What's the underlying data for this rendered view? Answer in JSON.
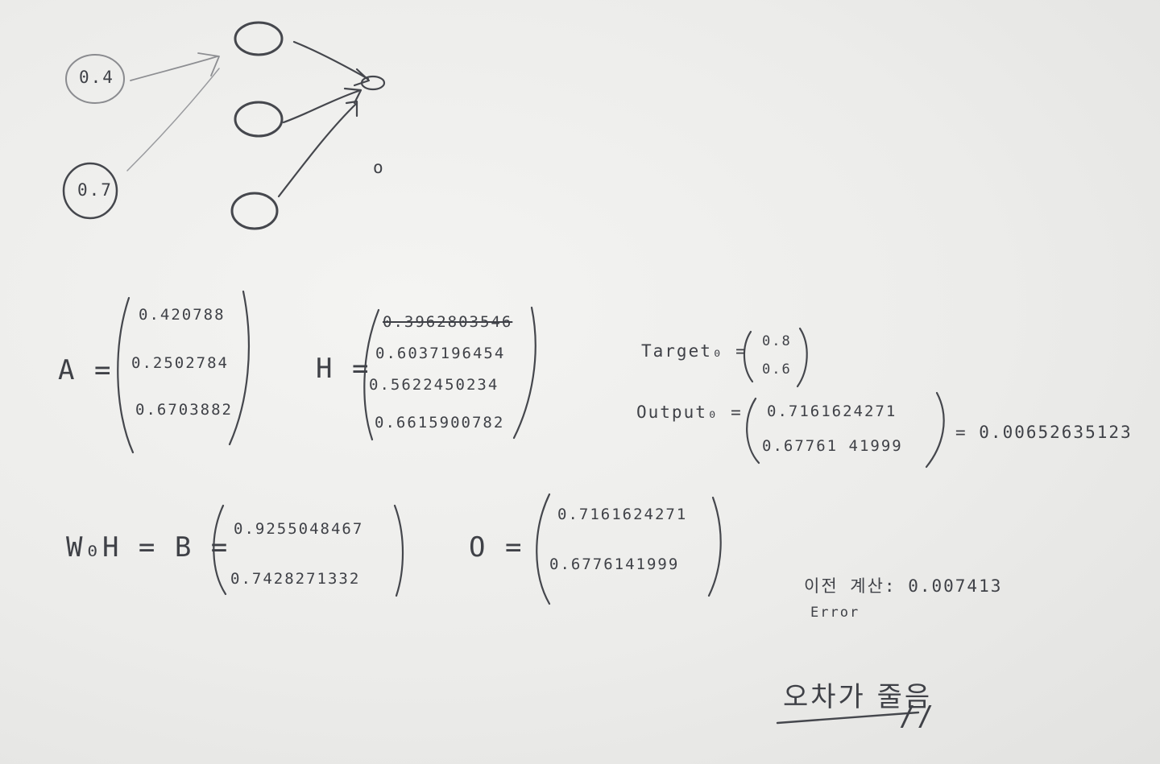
{
  "network": {
    "input_top": "0.4",
    "input_bottom": "0.7",
    "stray_node": "o"
  },
  "matrices": {
    "a": {
      "label": "A =",
      "values": [
        "0.420788",
        "0.2502784",
        "0.6703882"
      ]
    },
    "h": {
      "label": "H =",
      "struck_value": "0.3962803546",
      "values": [
        "0.6037196454",
        "0.5622450234",
        "0.6615900782"
      ]
    },
    "b": {
      "label": "W₀H = B =",
      "values": [
        "0.9255048467",
        "0.7428271332"
      ]
    },
    "o": {
      "label": "O =",
      "values": [
        "0.7161624271",
        "0.6776141999"
      ]
    }
  },
  "target": {
    "label": "Target₀ =",
    "values": [
      "0.8",
      "0.6"
    ]
  },
  "output": {
    "label": "Output₀ =",
    "values": [
      "0.7161624271",
      "0.67761 41999"
    ],
    "error": "= 0.00652635123"
  },
  "previous": {
    "label": "이전 계산: 0.007413",
    "sublabel": "Error"
  },
  "conclusion": {
    "text": "오차가 줄음",
    "mark": "//"
  }
}
